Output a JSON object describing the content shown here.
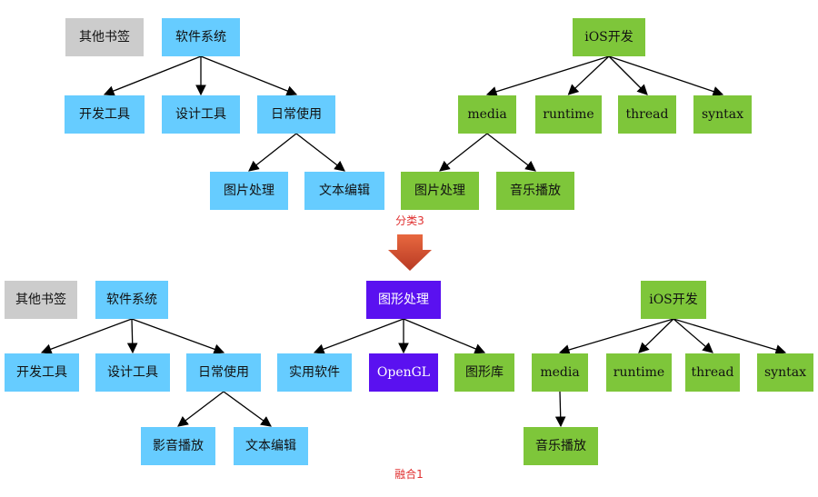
{
  "colors": {
    "blue": "#66ccff",
    "green": "#7ec63a",
    "gray": "#cccccc",
    "purple": "#5a11f0",
    "edge": "#000000",
    "caption": "#e03030",
    "arrow": "#d44a35"
  },
  "captions": {
    "top": "分类3",
    "bottom": "融合1"
  },
  "top": {
    "nodes": {
      "other": "其他书签",
      "software": "软件系统",
      "dev_tools": "开发工具",
      "design_tools": "设计工具",
      "daily": "日常使用",
      "image_proc": "图片处理",
      "text_edit": "文本编辑",
      "ios": "iOS开发",
      "media": "media",
      "runtime": "runtime",
      "thread": "thread",
      "syntax": "syntax",
      "media_image": "图片处理",
      "media_audio": "音乐播放"
    }
  },
  "bottom": {
    "nodes": {
      "other": "其他书签",
      "software": "软件系统",
      "dev_tools": "开发工具",
      "design_tools": "设计工具",
      "daily": "日常使用",
      "video_audio": "影音播放",
      "text_edit": "文本编辑",
      "graphics": "图形处理",
      "practical": "实用软件",
      "opengl": "OpenGL",
      "graphics_lib": "图形库",
      "ios": "iOS开发",
      "media": "media",
      "runtime": "runtime",
      "thread": "thread",
      "syntax": "syntax",
      "audio": "音乐播放"
    }
  }
}
